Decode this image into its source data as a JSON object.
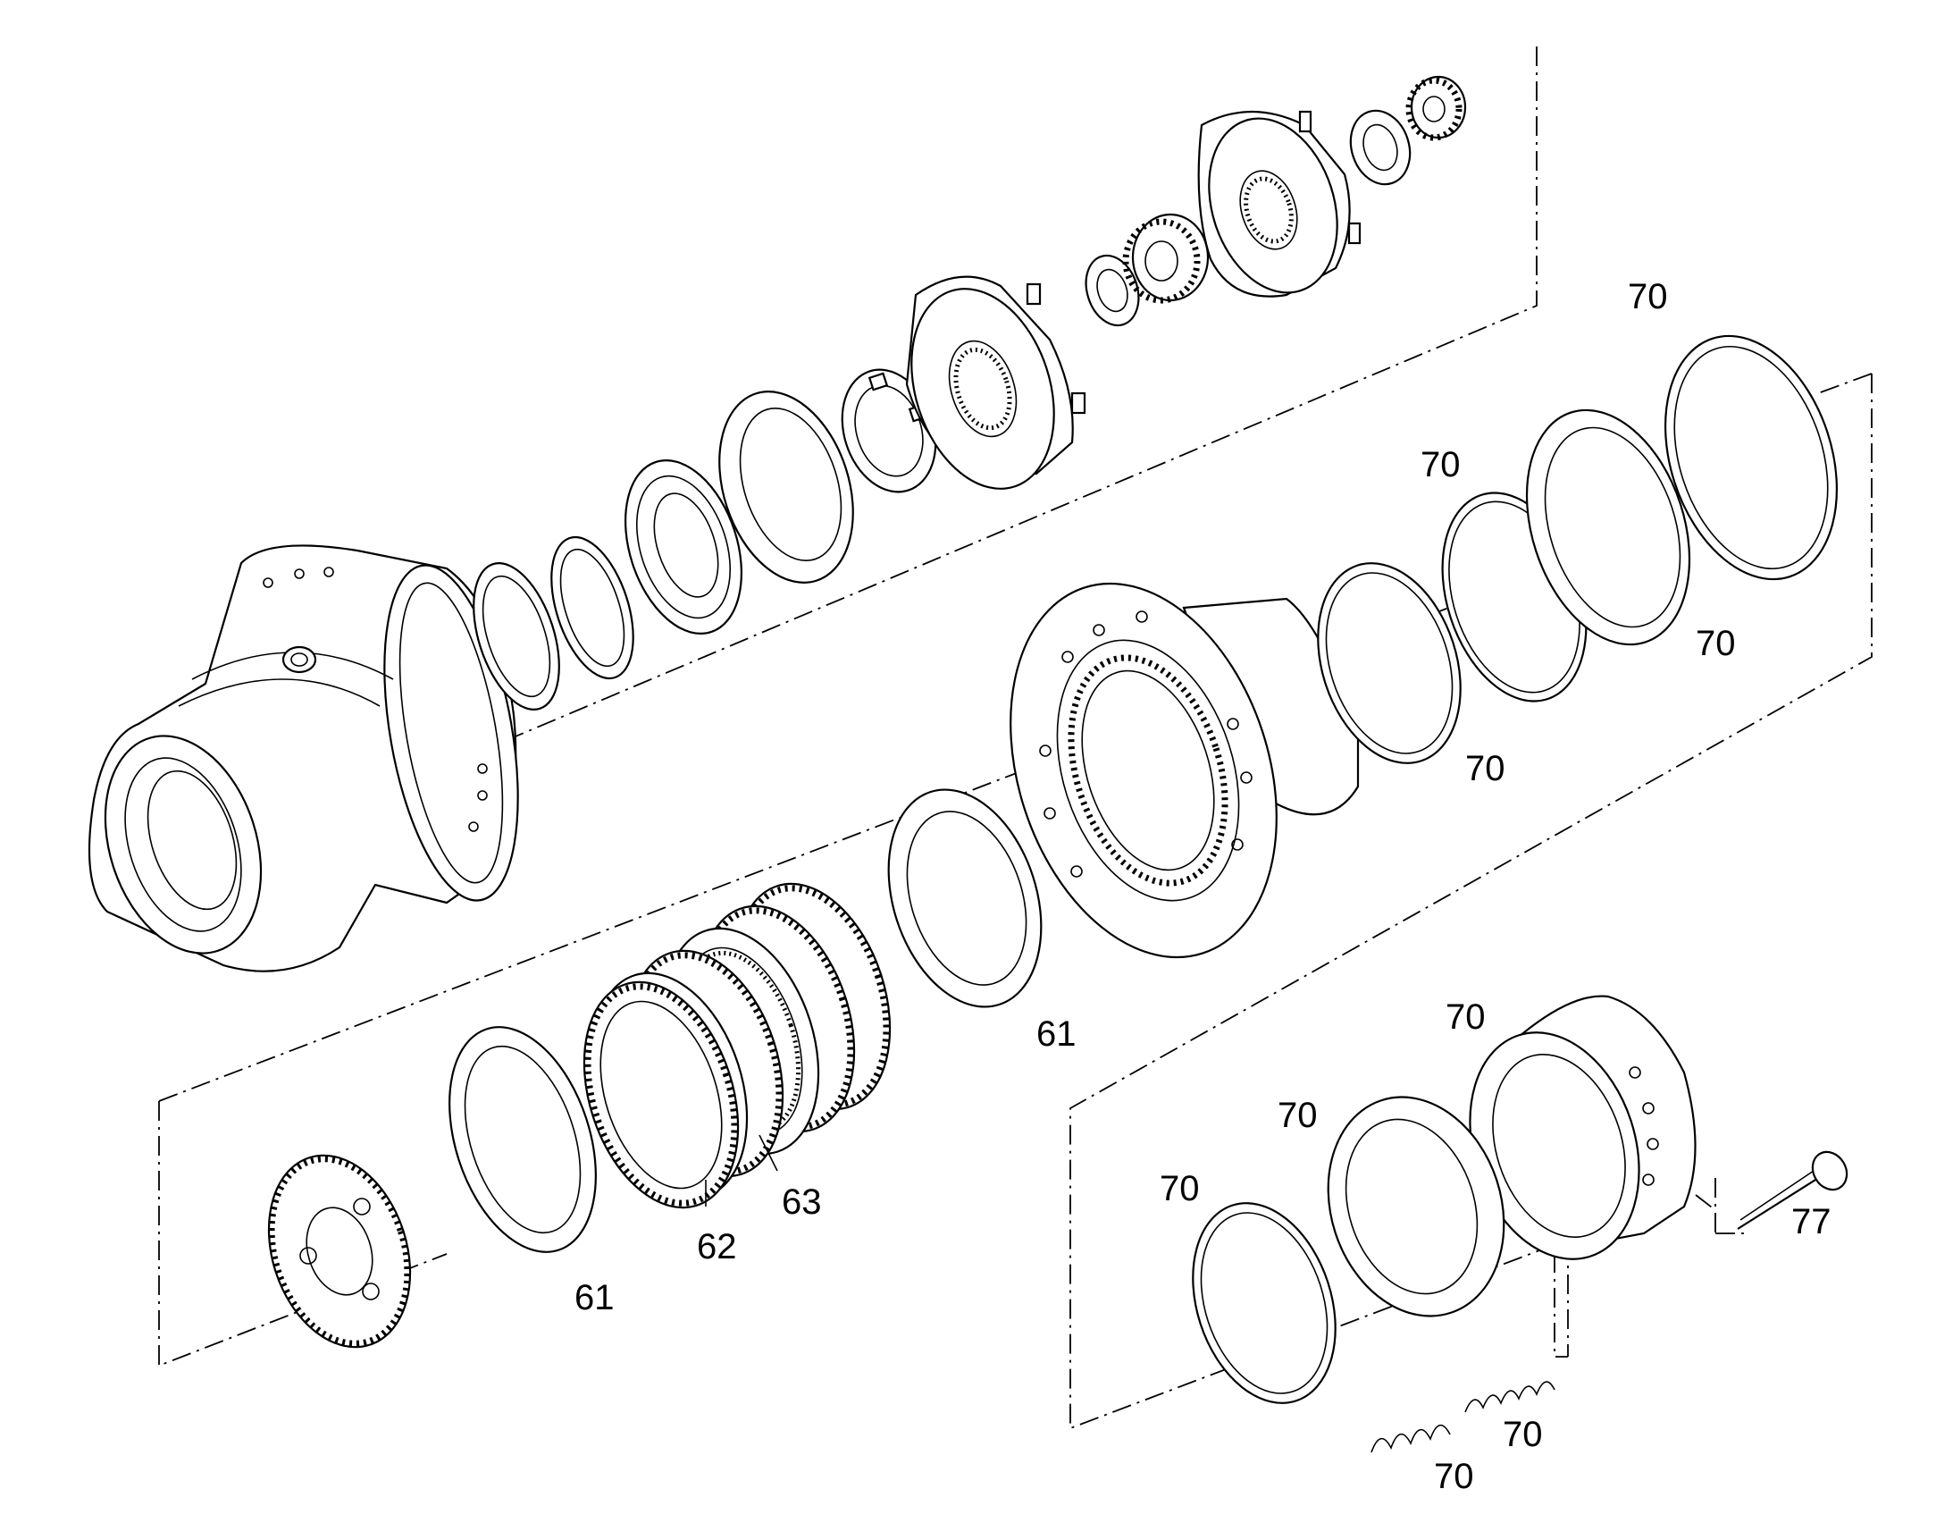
{
  "callouts": [
    {
      "id": "c70a",
      "text": "70"
    },
    {
      "id": "c70b",
      "text": "70"
    },
    {
      "id": "c70c",
      "text": "70"
    },
    {
      "id": "c70d",
      "text": "70"
    },
    {
      "id": "c61a",
      "text": "61"
    },
    {
      "id": "c70e",
      "text": "70"
    },
    {
      "id": "c70f",
      "text": "70"
    },
    {
      "id": "c70g",
      "text": "70"
    },
    {
      "id": "c63",
      "text": "63"
    },
    {
      "id": "c62",
      "text": "62"
    },
    {
      "id": "c61b",
      "text": "61"
    },
    {
      "id": "c77",
      "text": "77"
    },
    {
      "id": "c70h",
      "text": "70"
    },
    {
      "id": "c70i",
      "text": "70"
    }
  ]
}
